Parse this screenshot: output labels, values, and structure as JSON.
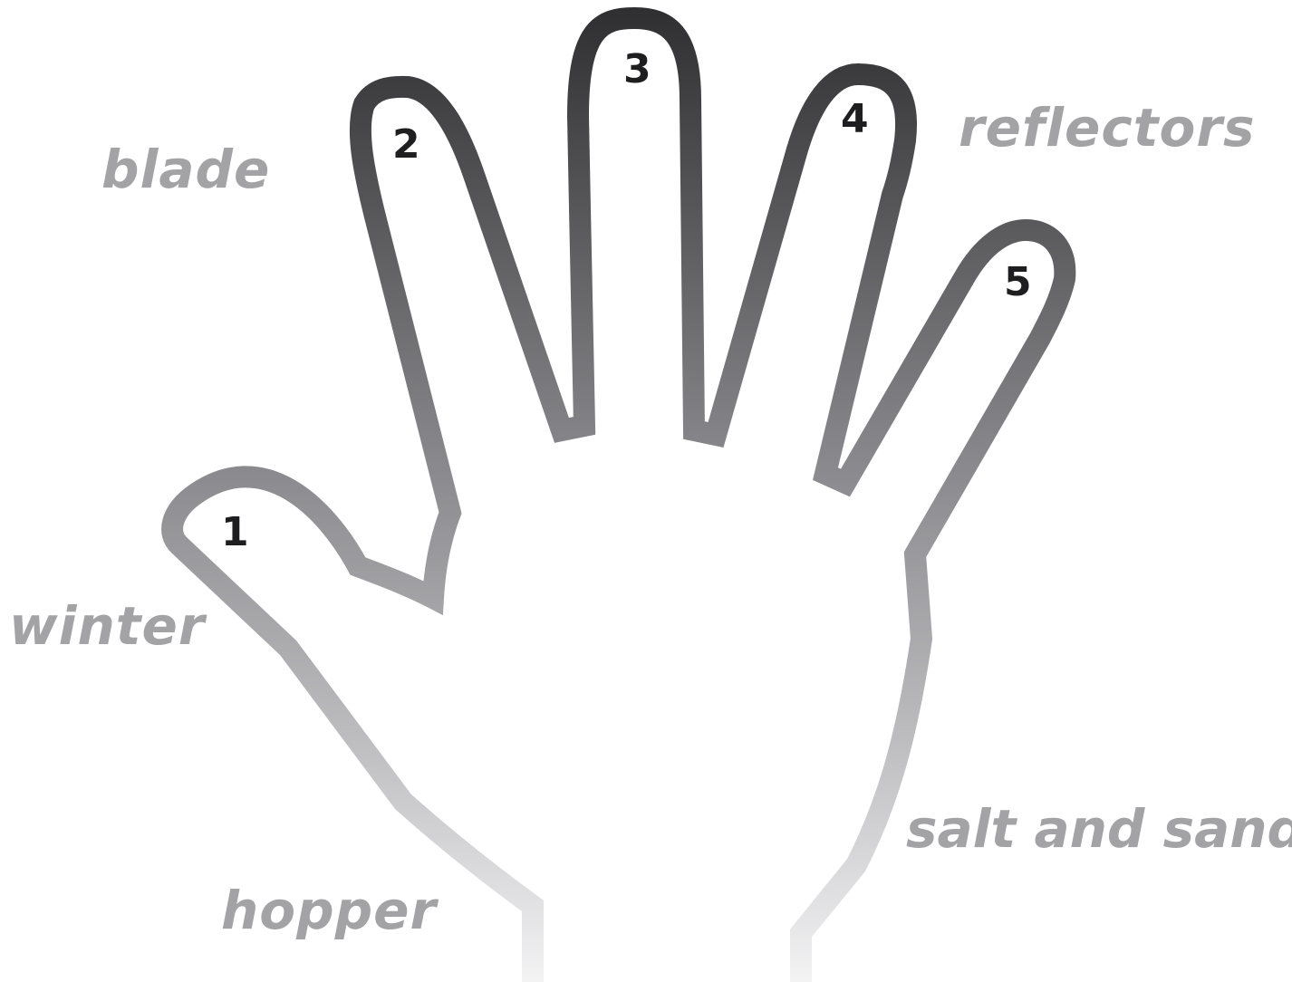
{
  "words": {
    "blade": "blade",
    "reflectors": "reflectors",
    "winter": "winter",
    "hopper": "hopper",
    "salt_and_sand": "salt and sand"
  },
  "fingers": {
    "thumb": "1",
    "index": "2",
    "middle": "3",
    "ring": "4",
    "pinky": "5"
  },
  "colors": {
    "outline_top": "#343436",
    "outline_bottom": "#f2f2f3",
    "label_text": "#a3a3a6",
    "number_text": "#1e1e20"
  }
}
